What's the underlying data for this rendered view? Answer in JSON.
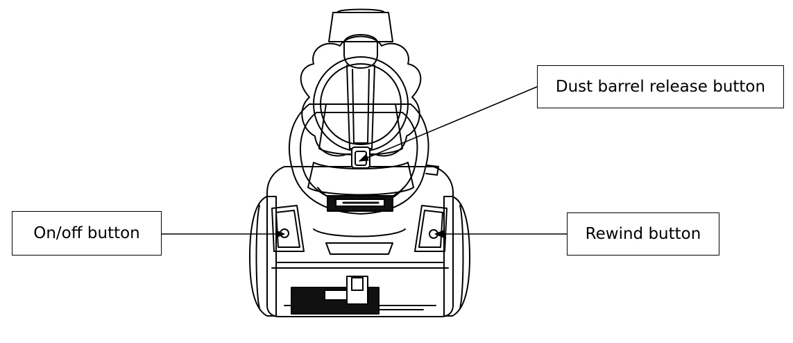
{
  "callouts": {
    "dust_barrel_release": "Dust barrel release button",
    "on_off": "On/off button",
    "rewind": "Rewind button"
  },
  "colors": {
    "line": "#000000",
    "background": "#ffffff"
  }
}
